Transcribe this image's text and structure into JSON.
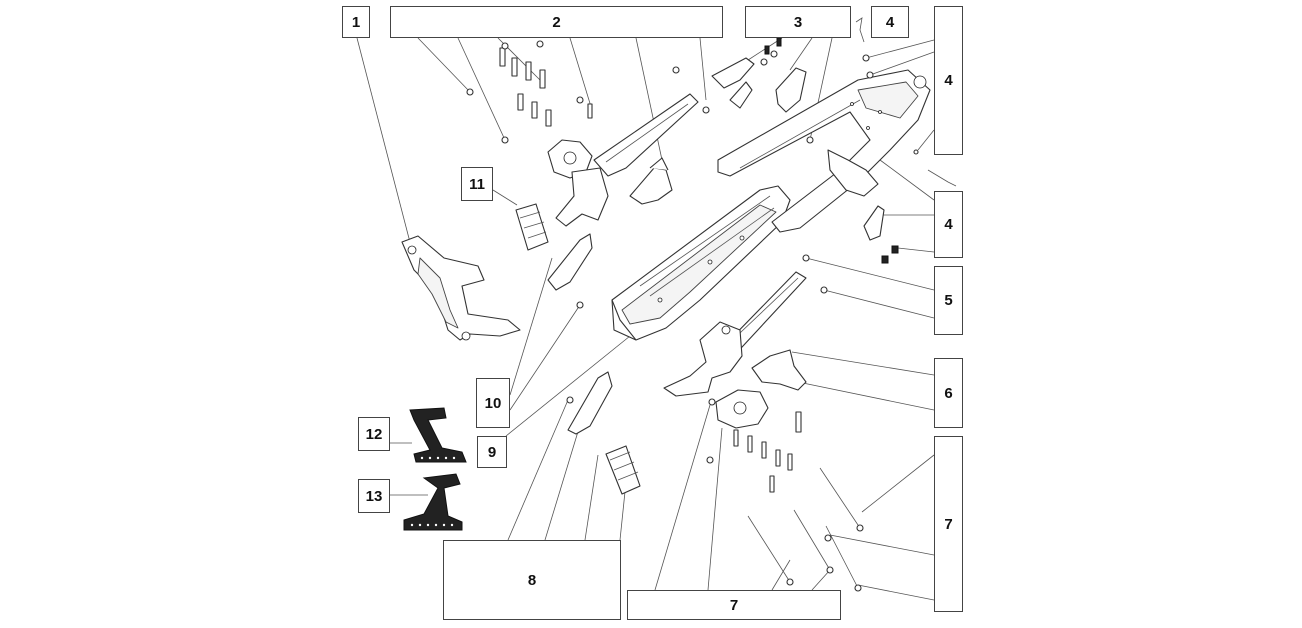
{
  "callouts": {
    "c1": "1",
    "c2": "2",
    "c3": "3",
    "c4a": "4",
    "c4b": "4",
    "c4c": "4",
    "c5": "5",
    "c6": "6",
    "c7a": "7",
    "c7b": "7",
    "c8": "8",
    "c9": "9",
    "c10": "10",
    "c11": "11",
    "c12": "12",
    "c13": "13"
  }
}
